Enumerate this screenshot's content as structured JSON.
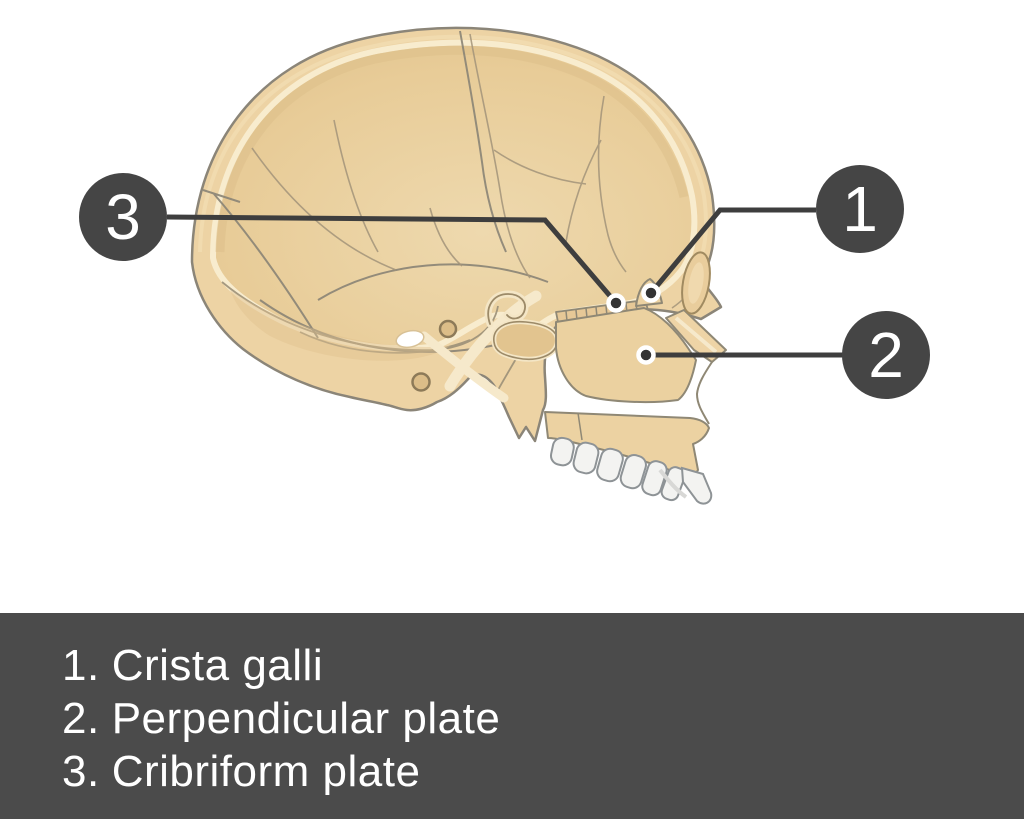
{
  "figure": {
    "title": "Mid-sagittal section of the skull, medial view, with ethmoid bone structures labelled",
    "background_color": "#ffffff",
    "bone_color": "#edd3a4",
    "bone_interior_color": "#e8cc98",
    "bone_highlight_color": "#f8ecce",
    "bone_shadow_color": "#ddc08b",
    "outline_color": "#8b8578",
    "teeth_color": "#f3f3f1",
    "callout_circle_color": "#454545",
    "leader_line_color": "#3e3e3e",
    "pointer_dot_color": "#333333",
    "callouts": [
      {
        "number": "1",
        "target": "crista galli"
      },
      {
        "number": "2",
        "target": "perpendicular plate"
      },
      {
        "number": "3",
        "target": "cribriform plate"
      }
    ]
  },
  "legend": {
    "background_color": "#4b4b4b",
    "text_color": "#ffffff",
    "items": [
      {
        "marker": "1.",
        "label": "Crista galli"
      },
      {
        "marker": "2.",
        "label": "Perpendicular plate"
      },
      {
        "marker": "3.",
        "label": "Cribriform plate"
      }
    ]
  }
}
